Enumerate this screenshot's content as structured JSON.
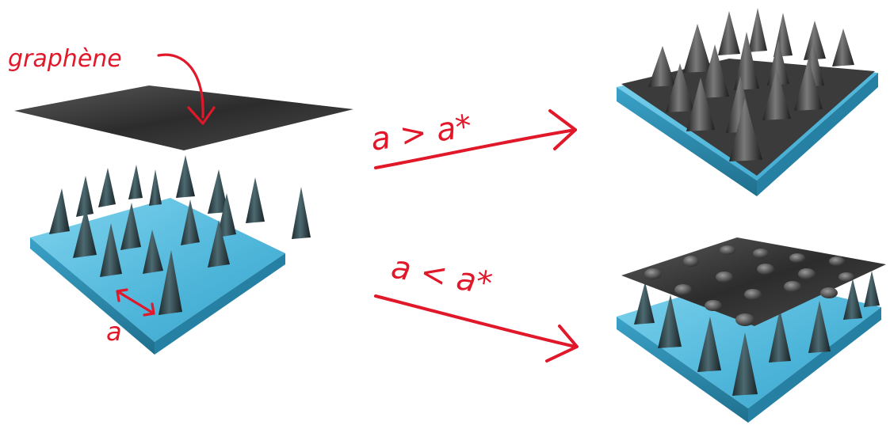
{
  "labels": {
    "graphene": "graphène",
    "spacing": "a",
    "condition_top": "a > a*",
    "condition_bottom": "a < a*"
  },
  "colors": {
    "annotation_red": "#e0182a",
    "substrate_top": "#5fc3e3",
    "substrate_side": "#2b8fb5",
    "graphene_dark": "#3a3a3a",
    "cone_dark": "#2a3b3f"
  }
}
